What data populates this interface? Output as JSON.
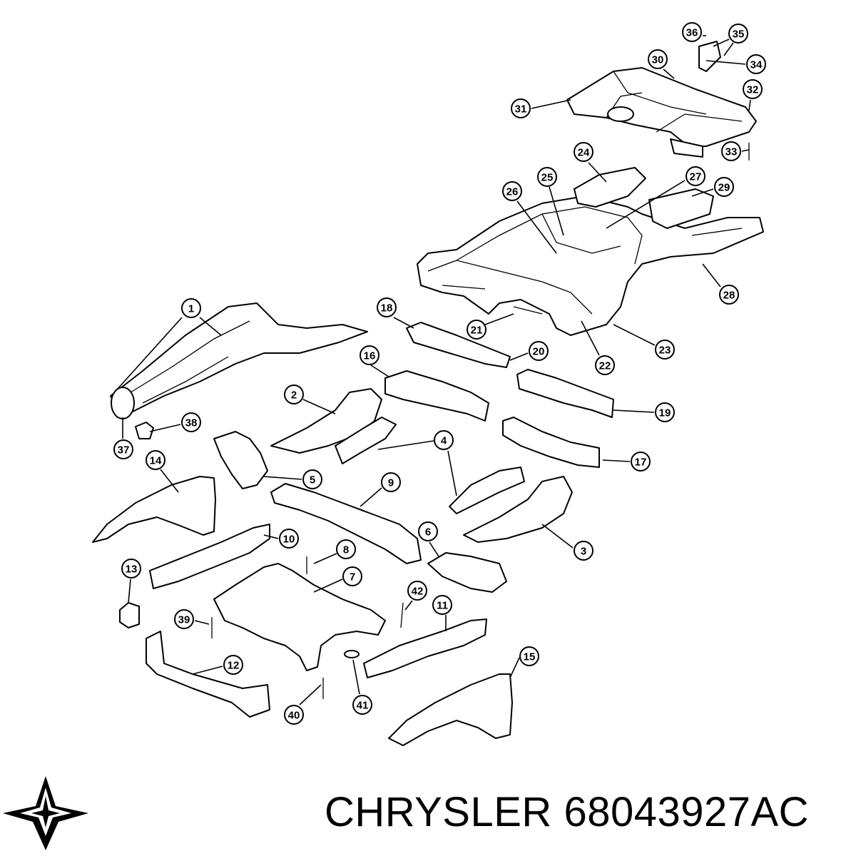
{
  "diagram": {
    "callouts": [
      {
        "n": "1"
      },
      {
        "n": "2"
      },
      {
        "n": "3"
      },
      {
        "n": "4"
      },
      {
        "n": "5"
      },
      {
        "n": "6"
      },
      {
        "n": "7"
      },
      {
        "n": "8"
      },
      {
        "n": "9"
      },
      {
        "n": "10"
      },
      {
        "n": "11"
      },
      {
        "n": "12"
      },
      {
        "n": "13"
      },
      {
        "n": "14"
      },
      {
        "n": "15"
      },
      {
        "n": "16"
      },
      {
        "n": "17"
      },
      {
        "n": "18"
      },
      {
        "n": "19"
      },
      {
        "n": "20"
      },
      {
        "n": "21"
      },
      {
        "n": "22"
      },
      {
        "n": "23"
      },
      {
        "n": "24"
      },
      {
        "n": "25"
      },
      {
        "n": "26"
      },
      {
        "n": "27"
      },
      {
        "n": "28"
      },
      {
        "n": "29"
      },
      {
        "n": "30"
      },
      {
        "n": "31"
      },
      {
        "n": "32"
      },
      {
        "n": "33"
      },
      {
        "n": "34"
      },
      {
        "n": "35"
      },
      {
        "n": "36"
      },
      {
        "n": "37"
      },
      {
        "n": "38"
      },
      {
        "n": "39"
      },
      {
        "n": "40"
      },
      {
        "n": "41"
      },
      {
        "n": "42"
      }
    ]
  },
  "footer": {
    "brand": "CHRYSLER",
    "part_number": "68043927AC",
    "logo_icon": "chrysler-pentastar-icon"
  }
}
